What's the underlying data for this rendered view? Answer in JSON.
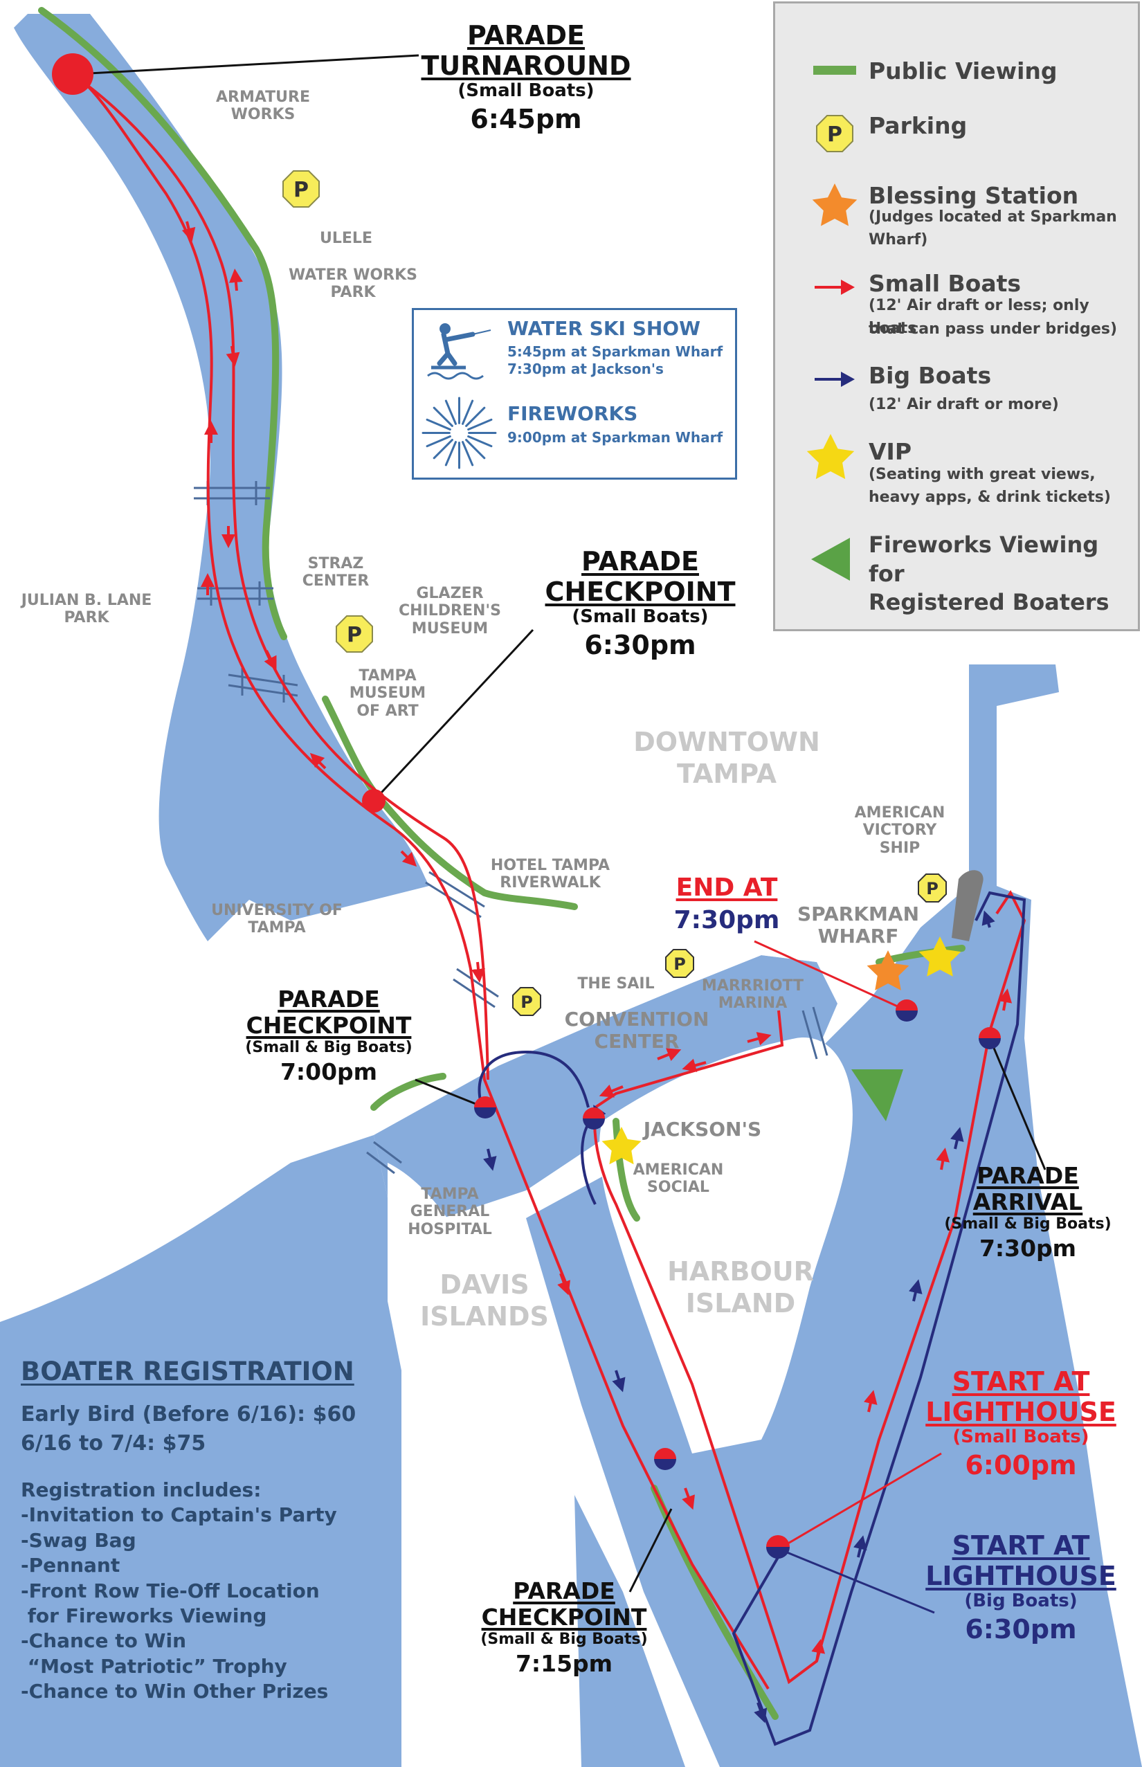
{
  "colors": {
    "water": "#87acdc",
    "land": "#ffffff",
    "public_viewing": "#6aa84f",
    "small_boats": "#e8202a",
    "big_boats": "#262c7d",
    "parking": "#f7ec5a",
    "blessing_station": "#f38b2c",
    "vip": "#f5d814",
    "fireworks_viewing": "#5aa246",
    "legend_bg": "#e9e9e9",
    "event_box": "#3d6fa8",
    "registration_text": "#2c4a6e"
  },
  "legend": {
    "public_viewing": "Public Viewing",
    "parking": "Parking",
    "parking_icon_letter": "P",
    "blessing_title": "Blessing Station",
    "blessing_sub_1": "(Judges located at Sparkman",
    "blessing_sub_2": "Wharf)",
    "small_title": "Small Boats",
    "small_sub_1": "(12' Air draft or less; only boats",
    "small_sub_2": "that can pass under bridges)",
    "big_title": "Big Boats",
    "big_sub": "(12' Air draft or more)",
    "vip_title": "VIP",
    "vip_sub_1": "(Seating with great views,",
    "vip_sub_2": "heavy apps, & drink tickets)",
    "fw_line_1": "Fireworks Viewing for",
    "fw_line_2": "Registered Boaters"
  },
  "events": {
    "ski_title": "WATER SKI SHOW",
    "ski_time_1": "5:45pm at Sparkman Wharf",
    "ski_time_2": "7:30pm at Jackson's",
    "fireworks_title": "FIREWORKS",
    "fireworks_time": "9:00pm at Sparkman Wharf"
  },
  "callouts": {
    "turnaround": {
      "title_1": "PARADE",
      "title_2": "TURNAROUND",
      "sub": "(Small Boats)",
      "time": "6:45pm"
    },
    "checkpoint_upper": {
      "title_1": "PARADE",
      "title_2": "CHECKPOINT",
      "sub": "(Small Boats)",
      "time": "6:30pm"
    },
    "checkpoint_mid": {
      "title_1": "PARADE",
      "title_2": "CHECKPOINT",
      "sub": "(Small & Big Boats)",
      "time": "7:00pm"
    },
    "checkpoint_lower": {
      "title_1": "PARADE",
      "title_2": "CHECKPOINT",
      "sub": "(Small & Big Boats)",
      "time": "7:15pm"
    },
    "arrival": {
      "title_1": "PARADE",
      "title_2": "ARRIVAL",
      "sub": "(Small & Big Boats)",
      "time": "7:30pm"
    },
    "start_small": {
      "title_1": "START AT",
      "title_2": "LIGHTHOUSE",
      "sub": "(Small Boats)",
      "time": "6:00pm"
    },
    "start_big": {
      "title_1": "START AT",
      "title_2": "LIGHTHOUSE",
      "sub": "(Big Boats)",
      "time": "6:30pm"
    },
    "end": {
      "title": "END AT",
      "time": "7:30pm"
    }
  },
  "places": {
    "armature": "ARMATURE\nWORKS",
    "ulele": "ULELE",
    "water_works": "WATER WORKS\nPARK",
    "julian": "JULIAN B. LANE\nPARK",
    "straz": "STRAZ\nCENTER",
    "glazer": "GLAZER\nCHILDREN'S\nMUSEUM",
    "museum": "TAMPA\nMUSEUM\nOF ART",
    "hotel": "HOTEL TAMPA\nRIVERWALK",
    "university": "UNIVERSITY OF\nTAMPA",
    "american_victory": "AMERICAN\nVICTORY\nSHIP",
    "sparkman": "SPARKMAN\nWHARF",
    "the_sail": "THE SAIL",
    "marriott": "MARRRIOTT\nMARINA",
    "convention": "CONVENTION\nCENTER",
    "jacksons": "JACKSON'S",
    "american_social": "AMERICAN\nSOCIAL",
    "tgh": "TAMPA\nGENERAL\nHOSPITAL",
    "downtown": "DOWNTOWN\nTAMPA",
    "davis": "DAVIS\nISLANDS",
    "harbour": "HARBOUR\nISLAND"
  },
  "registration": {
    "title": "BOATER REGISTRATION",
    "price_1": "Early Bird (Before 6/16): $60",
    "price_2": "6/16 to 7/4: $75",
    "includes_title": "Registration includes:",
    "includes": [
      "-Invitation to Captain's Party",
      "-Swag Bag",
      "-Pennant",
      "-Front Row Tie-Off Location",
      " for Fireworks Viewing",
      "-Chance to Win",
      " “Most Patriotic” Trophy",
      "-Chance to Win Other Prizes"
    ]
  }
}
